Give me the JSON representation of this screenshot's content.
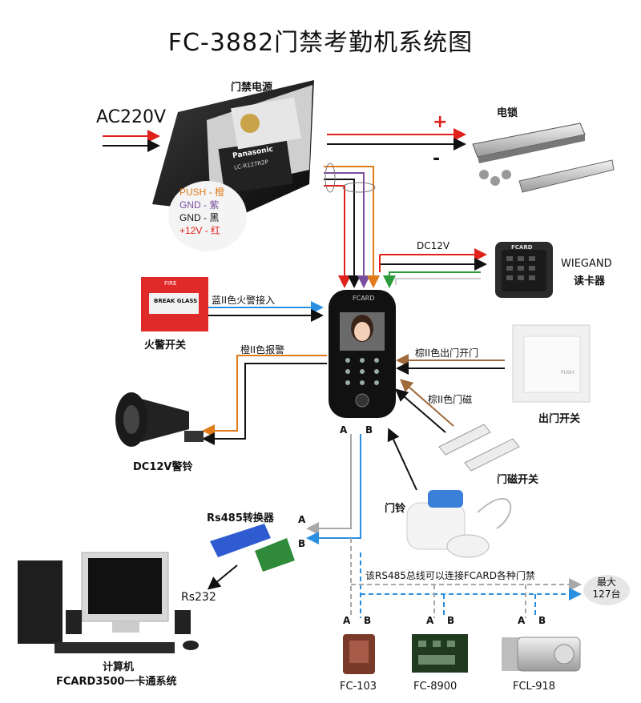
{
  "title": "FC-3882门禁考勤机系统图",
  "power_supply": {
    "label": "门禁电源",
    "ac_input": "AC220V",
    "battery_brand": "Panasonic",
    "battery_model": "LC-R127R2P",
    "wires": [
      {
        "name": "PUSH",
        "sep": "-",
        "color_name": "橙",
        "color": "#e07a1a"
      },
      {
        "name": "GND",
        "sep": "-",
        "color_name": "紫",
        "color": "#7a4fa0"
      },
      {
        "name": "GND",
        "sep": "-",
        "color_name": "黑",
        "color": "#111111"
      },
      {
        "name": "+12V",
        "sep": "-",
        "color_name": "红",
        "color": "#e0201a"
      }
    ]
  },
  "lock": {
    "label": "电锁",
    "plus": "+",
    "minus": "-"
  },
  "reader": {
    "supply": "DC12V",
    "label_line1": "WIEGAND",
    "label_line2": "读卡器",
    "brand": "FCARD"
  },
  "fire_alarm": {
    "label": "火警开关",
    "line1": "FIRE",
    "line2": "BREAK GLASS",
    "wire_label": "蓝II色火警接入"
  },
  "siren": {
    "label": "DC12V警铃",
    "wire_label": "橙II色报警"
  },
  "exit_button": {
    "label": "出门开关",
    "wire_label": "棕II色出门开门",
    "button_text": "PUSH"
  },
  "door_contact": {
    "label": "门磁开关",
    "wire_label": "棕II色门磁"
  },
  "doorbell": {
    "label": "门铃"
  },
  "terminal": {
    "brand": "FCARD",
    "a_label": "A",
    "b_label": "B"
  },
  "rs485_converter": {
    "label": "Rs485转换器",
    "a_label": "A",
    "b_label": "B",
    "rs232_label": "Rs232"
  },
  "computer": {
    "label_line1": "计算机",
    "label_line2": "FCARD3500一卡通系统"
  },
  "bus": {
    "note": "该RS485总线可以连接FCARD各种门禁",
    "max_line1": "最大",
    "max_line2": "127台"
  },
  "devices": [
    {
      "label": "FC-103",
      "a": "A",
      "b": "B"
    },
    {
      "label": "FC-8900",
      "a": "A",
      "b": "B"
    },
    {
      "label": "FCL-918",
      "a": "A",
      "b": "B"
    }
  ],
  "colors": {
    "red": "#e0201a",
    "orange": "#e07a1a",
    "purple": "#7a4fa0",
    "green": "#2a9a3a",
    "blue": "#2a8fe0",
    "brown": "#a06a3a",
    "grey": "#a8a8a8"
  }
}
